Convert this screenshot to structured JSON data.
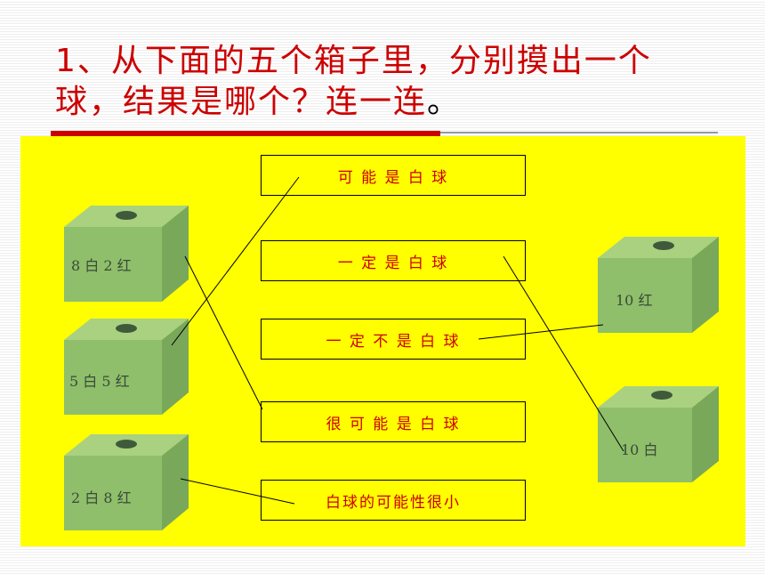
{
  "title": {
    "line1": "1、从下面的五个箱子里，分别摸出一个",
    "line2": "球，结果是哪个？连一连",
    "line2_tail": "。"
  },
  "options": [
    "可 能 是 白 球",
    "一  定  是  白  球",
    "一 定 不 是 白 球",
    "很  可  能  是  白  球",
    "白球的可能性很小"
  ],
  "boxes": [
    "8 白 2 红",
    "5 白 5 红",
    "2 白 8 红",
    "10 红",
    "10 白"
  ],
  "colors": {
    "title": "#cc0000",
    "panel": "#ffff00",
    "box_front": "#8fbf6a",
    "box_side": "#79a85a",
    "box_top": "#a9d17f",
    "hole": "#3f5a3a"
  }
}
